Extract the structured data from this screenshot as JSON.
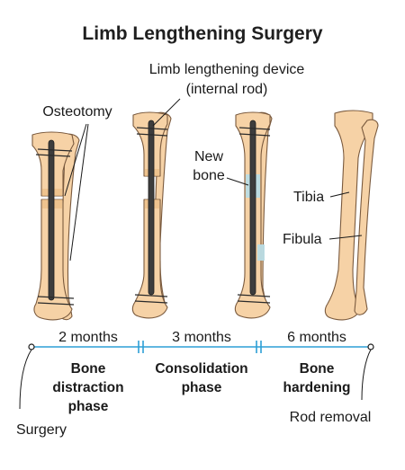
{
  "title": "Limb Lengthening Surgery",
  "labels": {
    "device_line1": "Limb lengthening device",
    "device_line2": "(internal rod)",
    "osteotomy": "Osteotomy",
    "new_bone_line1": "New",
    "new_bone_line2": "bone",
    "tibia": "Tibia",
    "fibula": "Fibula"
  },
  "timeline": {
    "durations": [
      "2 months",
      "3 months",
      "6 months"
    ],
    "phases": [
      [
        "Bone",
        "distraction",
        "phase"
      ],
      [
        "Consolidation",
        "phase"
      ],
      [
        "Bone",
        "hardening"
      ]
    ],
    "start_event": "Surgery",
    "end_event": "Rod removal"
  },
  "colors": {
    "bone": "#f6d2a6",
    "bone_outline": "#7a5a3e",
    "rod": "#3d3d3d",
    "new_bone": "#b9dce4",
    "timeline": "#2d9fd6"
  }
}
